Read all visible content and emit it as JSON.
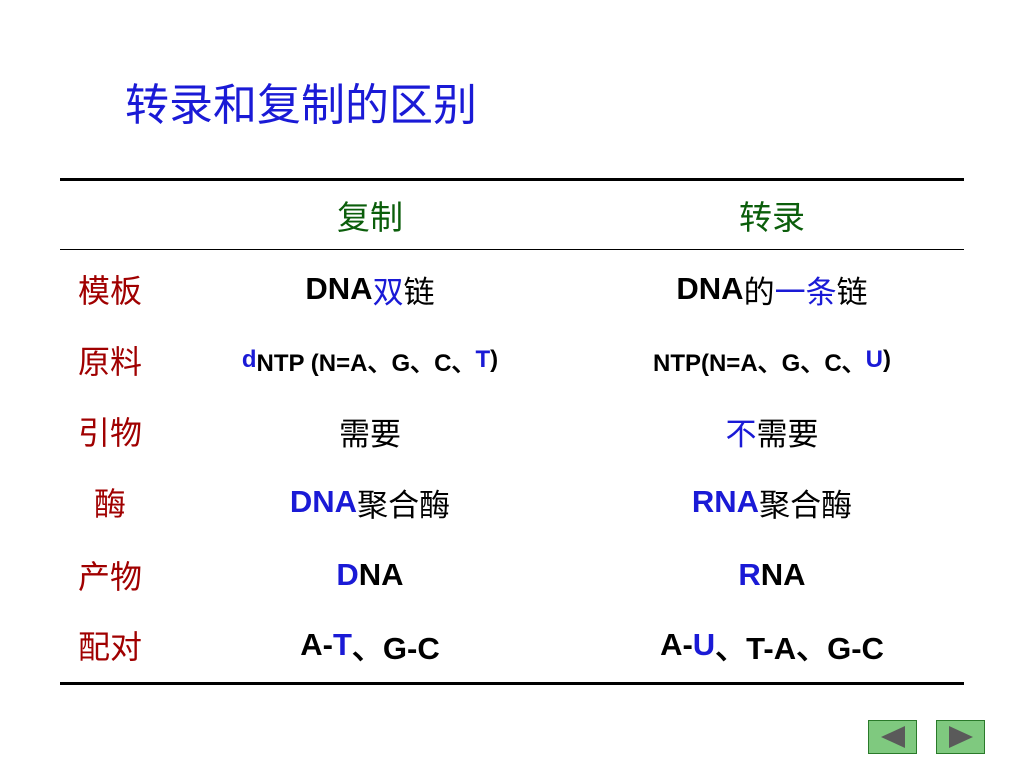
{
  "title": "转录和复制的区别",
  "header": {
    "replication": "复制",
    "transcription": "转录"
  },
  "rows": [
    {
      "label": "模板",
      "replication": [
        {
          "t": "DNA"
        },
        {
          "t": "双",
          "hl": true,
          "cjk": true
        },
        {
          "t": "链",
          "cjk": true
        }
      ],
      "transcription": [
        {
          "t": "DNA"
        },
        {
          "t": "的",
          "cjk": true
        },
        {
          "t": "一条",
          "hl": true,
          "cjk": true
        },
        {
          "t": "链",
          "cjk": true
        }
      ]
    },
    {
      "label": "原料",
      "small": true,
      "replication": [
        {
          "t": "d",
          "hl": true
        },
        {
          "t": "NTP (N=A、G、C、"
        },
        {
          "t": "T",
          "hl": true
        },
        {
          "t": ")"
        }
      ],
      "transcription": [
        {
          "t": "NTP(N=A、G、C、"
        },
        {
          "t": "U",
          "hl": true
        },
        {
          "t": ")"
        }
      ]
    },
    {
      "label": "引物",
      "replication": [
        {
          "t": "需要",
          "cjk": true
        }
      ],
      "transcription": [
        {
          "t": "不",
          "hl": true,
          "cjk": true
        },
        {
          "t": "需要",
          "cjk": true
        }
      ]
    },
    {
      "label": "酶",
      "replication": [
        {
          "t": "DNA",
          "hl": true
        },
        {
          "t": "聚合酶",
          "cjk": true
        }
      ],
      "transcription": [
        {
          "t": "RNA",
          "hl": true
        },
        {
          "t": "聚合酶",
          "cjk": true
        }
      ]
    },
    {
      "label": "产物",
      "replication": [
        {
          "t": "D",
          "hl": true
        },
        {
          "t": "NA"
        }
      ],
      "transcription": [
        {
          "t": "R",
          "hl": true
        },
        {
          "t": "NA"
        }
      ]
    },
    {
      "label": "配对",
      "replication": [
        {
          "t": "A-"
        },
        {
          "t": "T",
          "hl": true
        },
        {
          "t": "、G-C"
        }
      ],
      "transcription": [
        {
          "t": "A-"
        },
        {
          "t": "U",
          "hl": true
        },
        {
          "t": "、T-A、G-C"
        }
      ]
    }
  ],
  "colors": {
    "title": "#1a1ad6",
    "header": "#0b5e0b",
    "label": "#a00000",
    "highlight": "#1a1ad6"
  },
  "nav": {
    "prev_icon": "triangle-left-icon",
    "next_icon": "triangle-right-icon"
  }
}
